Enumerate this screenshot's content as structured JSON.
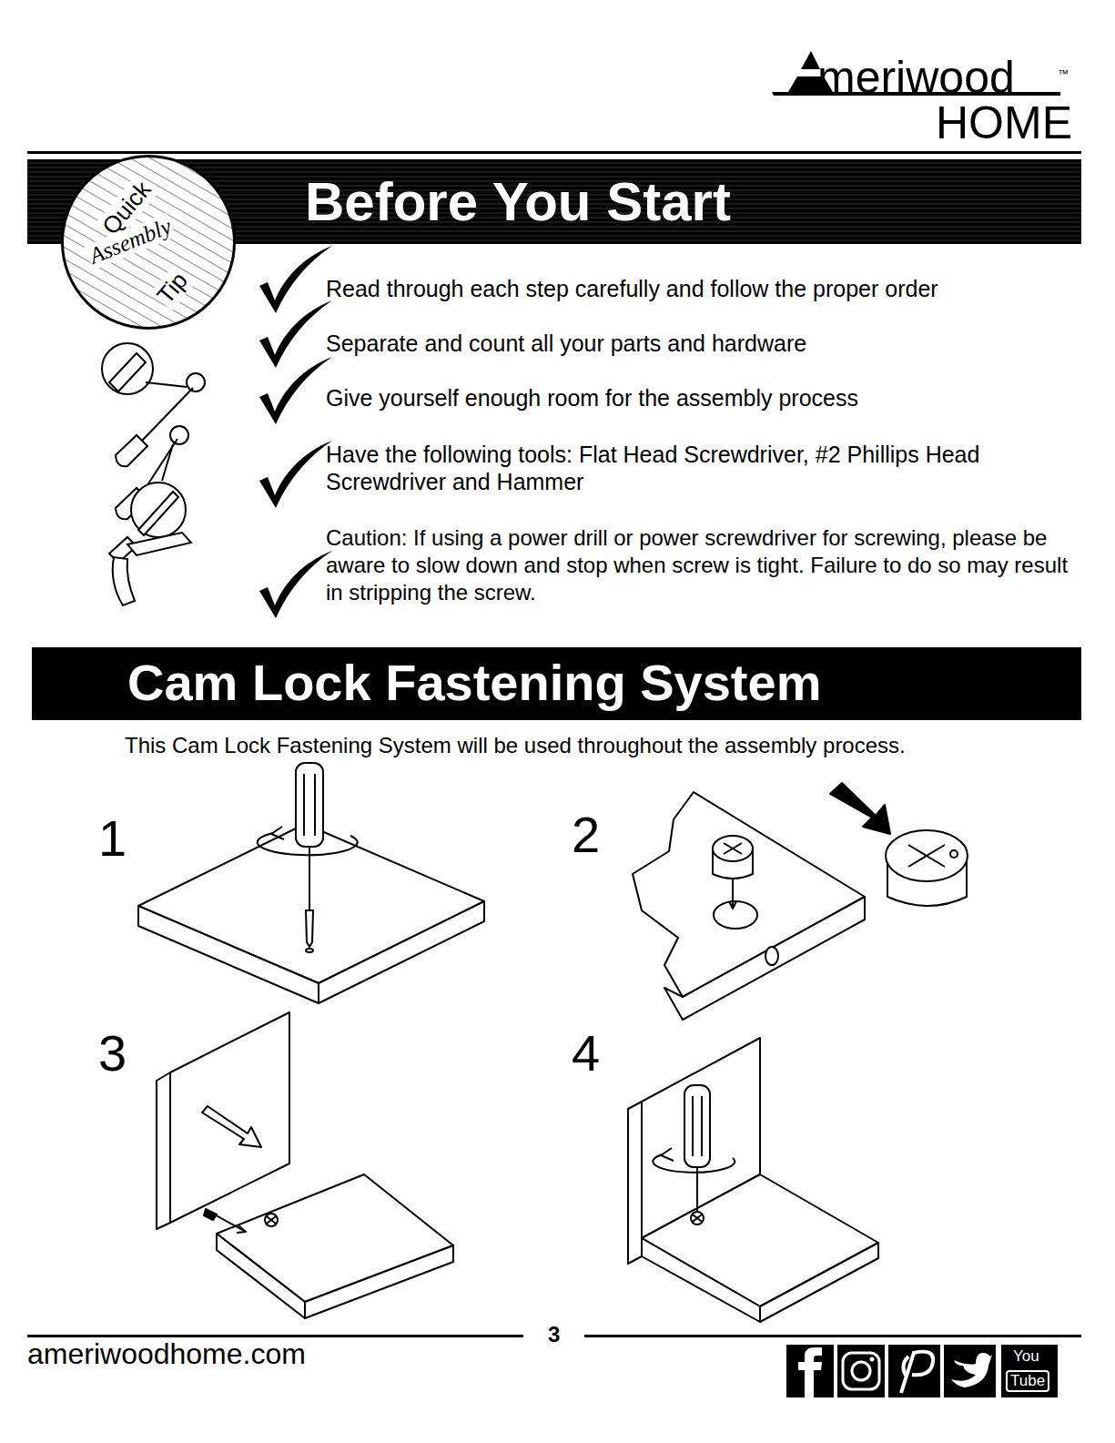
{
  "diagram": {
    "nodes": [
      {
        "text": [
          "Quick",
          "Assembly",
          "Tip"
        ]
      },
      {
        "text": [
          "Before You Start"
        ]
      },
      {
        "text": [
          "Cam Lock Fastening System"
        ]
      },
      {
        "text": [
          "You",
          "Tube"
        ]
      }
    ],
    "labels": [
      "meriwood",
      "™",
      "HOME",
      "Read through each step carefully and follow the proper order",
      "Separate and count all your parts and hardware",
      "Give yourself enough room for the assembly process",
      "Have the following tools: Flat Head Screwdriver, #2 Phillips Head Screwdriver and Hammer",
      "Caution: If using a power drill or power screwdriver for screwing, please be aware to slow down and stop when screw is tight. Failure to do so may result in stripping the screw.",
      "This Cam Lock Fastening System will be used throughout the assembly process.",
      "1",
      "2",
      "3",
      "4",
      "3",
      "ameriwoodhome.com"
    ]
  }
}
